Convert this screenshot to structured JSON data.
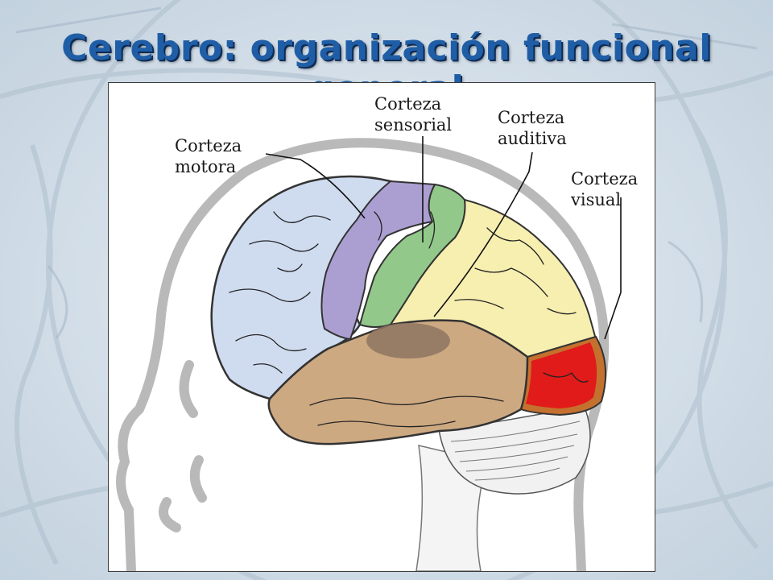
{
  "slide": {
    "title": "Cerebro: organización funcional general"
  },
  "diagram": {
    "labels": {
      "motor_line1": "Corteza",
      "motor_line2": "motora",
      "sensory_line1": "Corteza",
      "sensory_line2": "sensorial",
      "auditory_line1": "Corteza",
      "auditory_line2": "auditiva",
      "visual_line1": "Corteza",
      "visual_line2": "visual"
    },
    "colors": {
      "frontal": "#cfdcf0",
      "motor": "#ab9fd2",
      "sensory": "#92c98a",
      "parietal": "#f7efb0",
      "temporal": "#cda981",
      "auditory": "#8e7662",
      "visual": "#e11a1a",
      "visual_rim": "#c4702e",
      "cerebellum": "#f1f1f1",
      "head_outline": "#b9b9b9"
    }
  }
}
